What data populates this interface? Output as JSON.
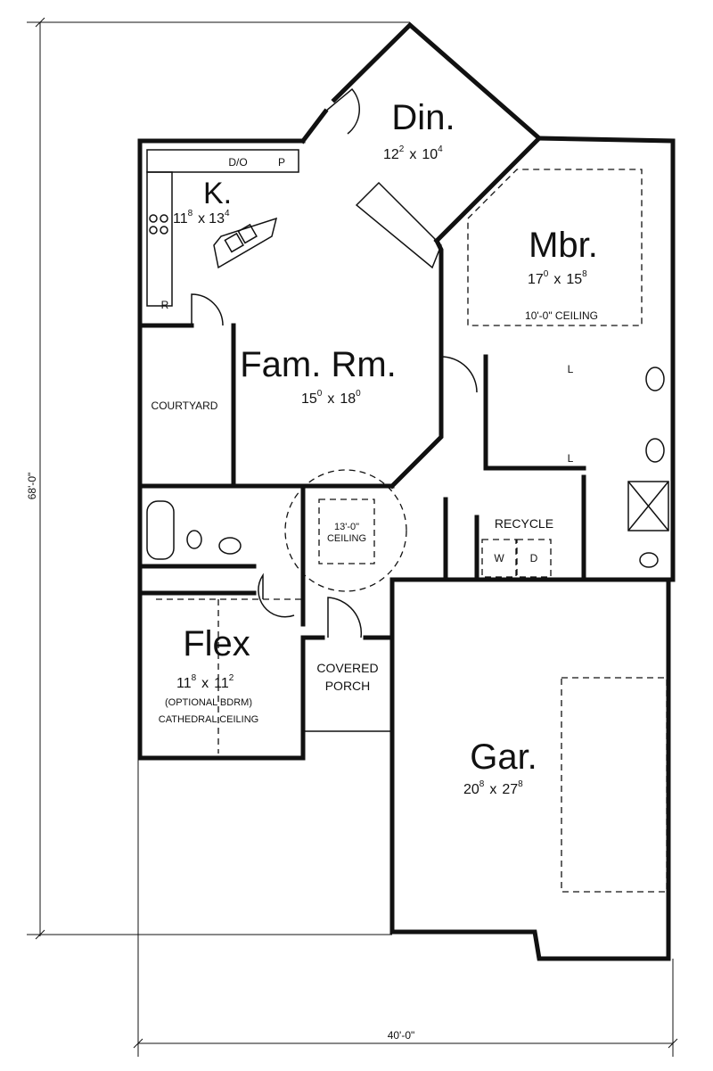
{
  "rooms": {
    "dining": {
      "name": "Din.",
      "w": "12",
      "w_in": "2",
      "x": "x",
      "d": "10",
      "d_in": "4"
    },
    "kitchen": {
      "name": "K.",
      "w": "11",
      "w_in": "8",
      "x": "x",
      "d": "13",
      "d_in": "4",
      "do_label": "D/O",
      "pantry_label": "P",
      "fridge_label": "R"
    },
    "master": {
      "name": "Mbr.",
      "w": "17",
      "w_in": "0",
      "x": "x",
      "d": "15",
      "d_in": "8",
      "ceiling": "10'-0\" CEILING",
      "closet_labels": [
        "L",
        "L"
      ]
    },
    "family": {
      "name": "Fam. Rm.",
      "w": "15",
      "w_in": "0",
      "x": "x",
      "d": "18",
      "d_in": "0"
    },
    "courtyard": {
      "name": "COURTYARD"
    },
    "foyer": {
      "ceiling_line1": "13'-0\"",
      "ceiling_line2": "CEILING"
    },
    "laundry": {
      "name": "RECYCLE",
      "washer": "W",
      "dryer": "D"
    },
    "flex": {
      "name": "Flex",
      "w": "11",
      "w_in": "8",
      "x": "x",
      "d": "11",
      "d_in": "2",
      "note1": "(OPTIONAL BDRM)",
      "note2": "CATHEDRAL CEILING"
    },
    "porch": {
      "line1": "COVERED",
      "line2": "PORCH"
    },
    "garage": {
      "name": "Gar.",
      "w": "20",
      "w_in": "8",
      "x": "x",
      "d": "27",
      "d_in": "8"
    }
  },
  "dimensions": {
    "depth": "68'-0\"",
    "width": "40'-0\""
  }
}
